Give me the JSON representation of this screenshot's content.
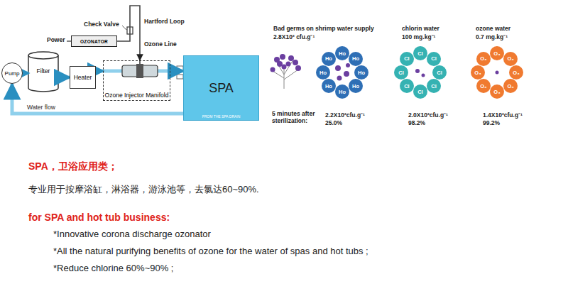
{
  "diagram": {
    "nodes": [
      {
        "text": [
          "Pump"
        ]
      },
      {
        "text": [
          "Filter"
        ]
      },
      {
        "text": [
          "Heater"
        ]
      },
      {
        "text": [
          "OZONATOR"
        ]
      },
      {
        "text": [
          "Ozone Injector Manifold"
        ]
      },
      {
        "text": [
          "SPA",
          "FROM THE SPA DRAIN"
        ]
      },
      {
        "text": [
          "Ho"
        ]
      },
      {
        "text": [
          "Ho"
        ]
      },
      {
        "text": [
          "Ho"
        ]
      },
      {
        "text": [
          "Ho"
        ]
      },
      {
        "text": [
          "Ho"
        ]
      },
      {
        "text": [
          "Ho"
        ]
      },
      {
        "text": [
          "Ho"
        ]
      },
      {
        "text": [
          "Ho"
        ]
      },
      {
        "text": [
          "Cl"
        ]
      },
      {
        "text": [
          "Cl"
        ]
      },
      {
        "text": [
          "Cl"
        ]
      },
      {
        "text": [
          "Cl"
        ]
      },
      {
        "text": [
          "Cl"
        ]
      },
      {
        "text": [
          "Cl"
        ]
      },
      {
        "text": [
          "Cl"
        ]
      },
      {
        "text": [
          "Cl"
        ]
      },
      {
        "text": [
          "O₃"
        ]
      },
      {
        "text": [
          "O₃"
        ]
      },
      {
        "text": [
          "O₃"
        ]
      },
      {
        "text": [
          "O₃"
        ]
      },
      {
        "text": [
          "O₃"
        ]
      },
      {
        "text": [
          "O₃"
        ]
      },
      {
        "text": [
          "O₃"
        ]
      },
      {
        "text": [
          "O₃"
        ]
      }
    ],
    "edges": [
      {
        "from": 0,
        "to": 1,
        "arrow": "to"
      },
      {
        "from": 1,
        "to": 2,
        "arrow": "to"
      },
      {
        "from": 2,
        "to": 4,
        "arrow": "to"
      },
      {
        "from": 4,
        "to": 5,
        "arrow": "to"
      },
      {
        "from": 5,
        "to": 0,
        "label": "Water flow",
        "arrow": "to"
      },
      {
        "from": 3,
        "to": 4,
        "arrow": "to"
      }
    ],
    "labels": [
      "Power",
      "Check Valve",
      "Hartford Loop",
      "Ozone Line",
      "Bad germs on shrimp water supply",
      "2.8X10² cfu.g⁻¹",
      "chlorin water",
      "100 mg.kg⁻¹",
      "ozone water",
      "0.7 mg.kg⁻¹",
      "5 minutes after sterilization:",
      "2.2X10²cfu.g⁻¹",
      "25.0%",
      "2.0X10²cfu.g⁻¹",
      "98.2%",
      "1.4X10²cfu.g⁻¹",
      "99.2%",
      "SPA，卫浴应用类；",
      "专业用于按摩浴缸，淋浴器，游泳池等，去氯达60~90%.",
      "for SPA and hot tub business:",
      "*Innovative corona discharge ozonator",
      "*All the natural purifying benefits of ozone for the water of spas and hot tubs ;",
      "*Reduce chlorine 60%~90% ;"
    ]
  }
}
